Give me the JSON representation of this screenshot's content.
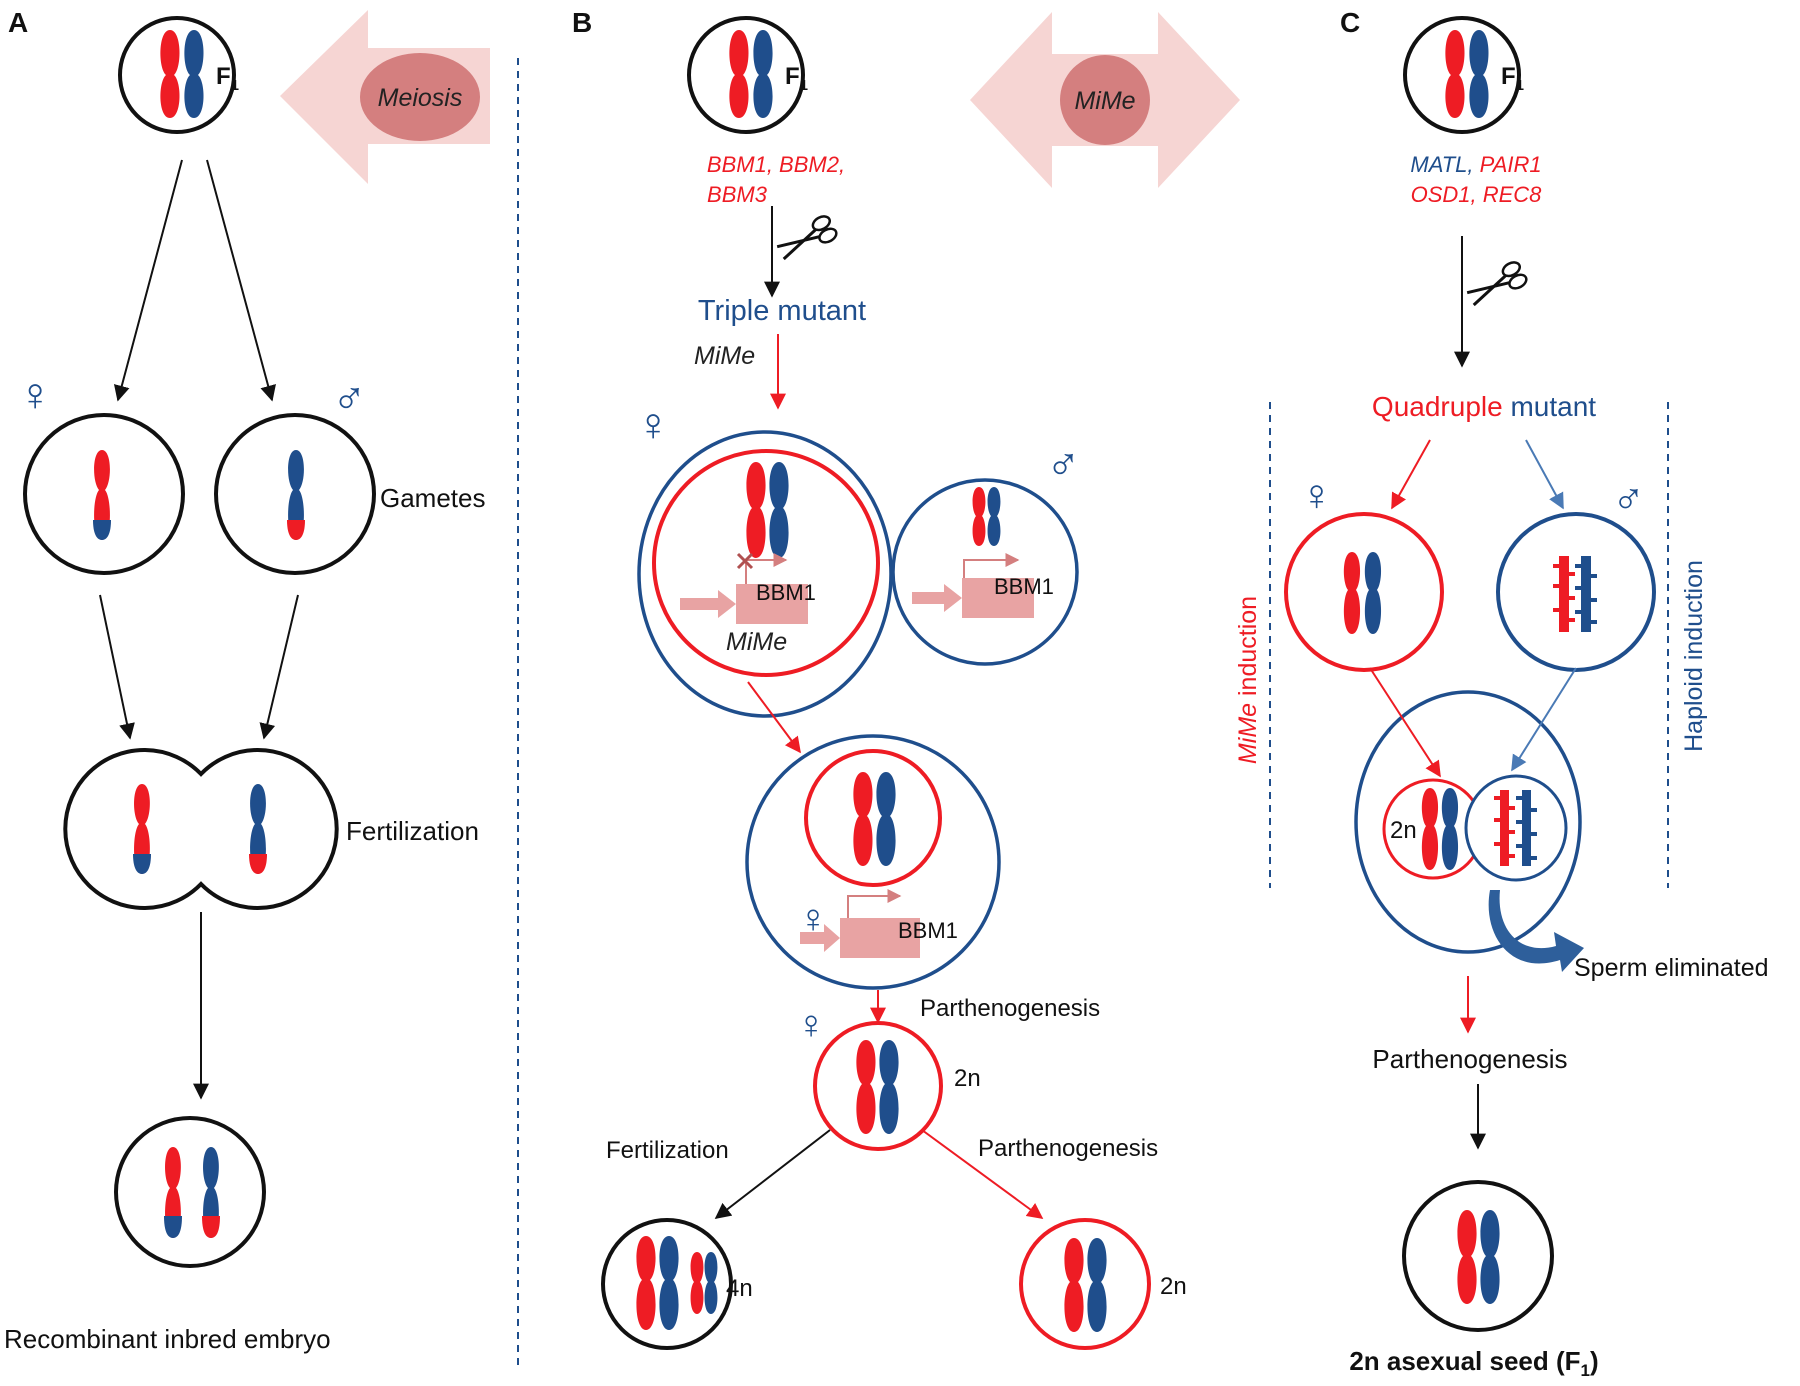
{
  "colors": {
    "red": "#ee1c24",
    "blue": "#1f4e8c",
    "black": "#111111",
    "pink_arrow": "#f6d5d3",
    "pink_oval": "#d47f7f",
    "gene_block": "#e8a3a3"
  },
  "panelA": {
    "letter": "A",
    "f1": "F",
    "f1_sub": "1",
    "meiosis": "Meiosis",
    "female_symbol": "♀",
    "male_symbol": "♂",
    "gametes": "Gametes",
    "fertilization": "Fertilization",
    "result": "Recombinant inbred embryo"
  },
  "panelB": {
    "letter": "B",
    "f1": "F",
    "f1_sub": "1",
    "genes_line1": "BBM1, BBM2,",
    "genes_line2": "BBM3",
    "mime_arrow": "MiMe",
    "triple_mutant": "Triple mutant",
    "mime_label": "MiMe",
    "bbm1": "BBM1",
    "mime_in_cell": "MiMe",
    "parthenogenesis_top": "Parthenogenesis",
    "two_n": "2n",
    "fertilization": "Fertilization",
    "parthenogenesis_right": "Parthenogenesis",
    "four_n": "4n",
    "two_n_bottom": "2n"
  },
  "panelC": {
    "letter": "C",
    "f1": "F",
    "f1_sub": "1",
    "gene_matl": "MATL",
    "gene_pair1": "PAIR1",
    "genes_line2": "OSD1, REC8",
    "quadruple": "Quadruple",
    "mutant": "mutant",
    "mime_induction_italic": "MiMe",
    "mime_induction_rest": " induction",
    "haploid_induction": "Haploid induction",
    "two_n": "2n",
    "sperm_eliminated": "Sperm eliminated",
    "parthenogenesis": "Parthenogenesis",
    "result_main": "2n asexual seed (F",
    "result_sub": "1",
    "result_close": ")"
  }
}
